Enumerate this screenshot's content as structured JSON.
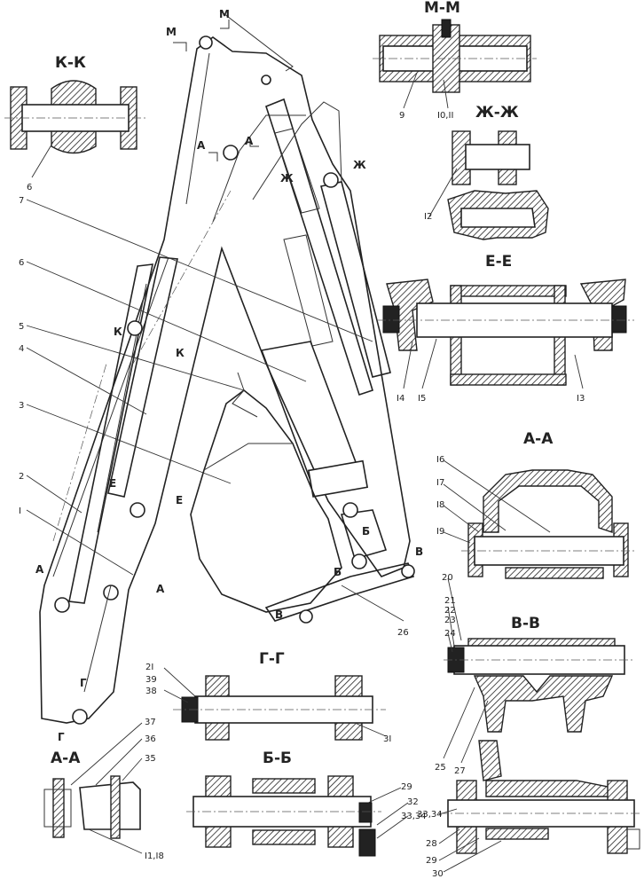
{
  "sections": {
    "kk": "К-К",
    "mm": "М-М",
    "zhzh": "Ж-Ж",
    "ee": "Е-Е",
    "aa_right": "А-А",
    "vv": "В-В",
    "gg": "Г-Г",
    "aa_left": "А-А",
    "bb": "Б-Б"
  },
  "cut_marks": {
    "m1": "М",
    "m2": "М",
    "a1": "А",
    "a2": "А",
    "zh1": "Ж",
    "zh2": "Ж",
    "k1": "К",
    "k2": "К",
    "e1": "Е",
    "e2": "Е",
    "a3": "А",
    "a4": "А",
    "b1": "Б",
    "b2": "Б",
    "v1": "В",
    "v2": "В",
    "g1": "Г",
    "g2": "Г"
  },
  "positions": {
    "p1": "I",
    "p2": "2",
    "p3": "3",
    "p4": "4",
    "p5": "5",
    "p6": "6",
    "p6b": "6",
    "p7": "7",
    "p9": "9",
    "p10_11": "I0,II",
    "p12": "I2",
    "p13": "I3",
    "p14": "I4",
    "p15": "I5",
    "p16": "I6",
    "p17": "I7",
    "p18": "I8",
    "p19": "I9",
    "p20": "20",
    "p21": "21",
    "p22": "22",
    "p23": "23",
    "p24": "24",
    "p25": "25",
    "p26": "26",
    "p27": "27",
    "p28": "28",
    "p29": "29",
    "p29b": "29",
    "p30": "30",
    "p31": "3I",
    "p32": "32",
    "p33_34": "33,34",
    "p33_34b": "33,34",
    "p35": "35",
    "p36": "36",
    "p37": "37",
    "p21b": "2I",
    "p38": "38",
    "p39": "39",
    "p1_18": "I1,I8"
  }
}
